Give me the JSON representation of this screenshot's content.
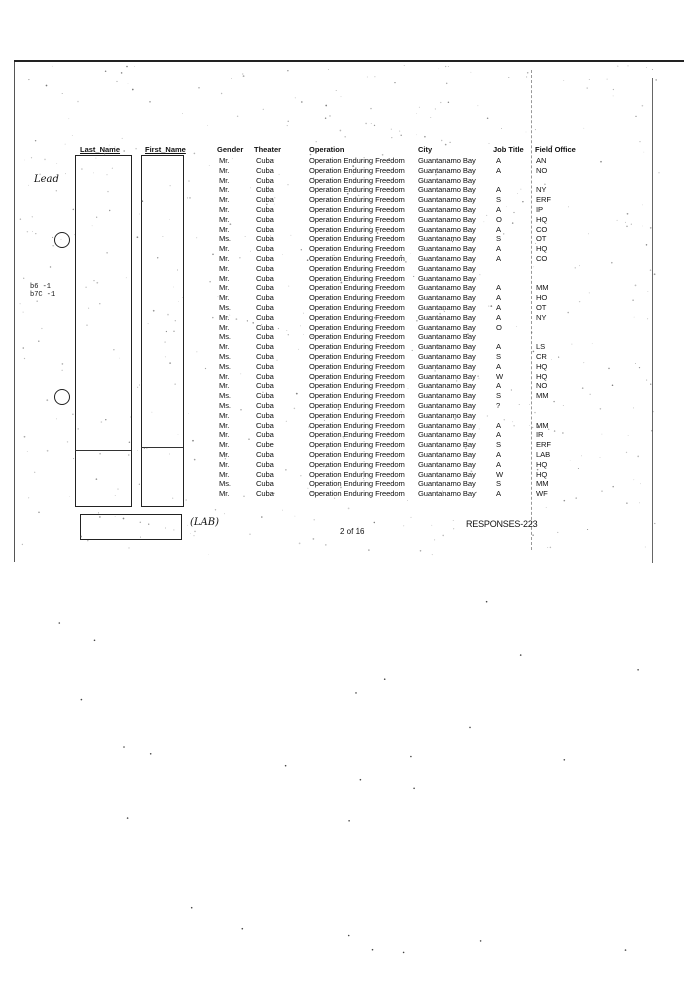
{
  "headers": {
    "last_name": "Last_Name",
    "first_name": "First_Name",
    "gender": "Gender",
    "theater": "Theater",
    "operation": "Operation",
    "city": "City",
    "job_title": "Job Title",
    "field_office": "Field Office"
  },
  "rows": [
    {
      "gender": "Mr.",
      "theater": "Cuba",
      "operation": "Operation Enduring Freedom",
      "city": "Guantanamo Bay",
      "job": "A",
      "office": "AN"
    },
    {
      "gender": "Mr.",
      "theater": "Cuba",
      "operation": "Operation Enduring Freedom",
      "city": "Guantanamo Bay",
      "job": "A",
      "office": "NO"
    },
    {
      "gender": "Mr.",
      "theater": "Cuba",
      "operation": "Operation Enduring Freedom",
      "city": "Guantanamo Bay",
      "job": "",
      "office": ""
    },
    {
      "gender": "Mr.",
      "theater": "Cuba",
      "operation": "Operation Enduring Freedom",
      "city": "Guantanamo Bay",
      "job": "A",
      "office": "NY"
    },
    {
      "gender": "Mr.",
      "theater": "Cuba",
      "operation": "Operation Enduring Freedom",
      "city": "Guantanamo Bay",
      "job": "S",
      "office": "ERF"
    },
    {
      "gender": "Mr.",
      "theater": "Cuba",
      "operation": "Operation Enduring Freedom",
      "city": "Guantanamo Bay",
      "job": "A",
      "office": "IP"
    },
    {
      "gender": "Mr.",
      "theater": "Cuba",
      "operation": "Operation Enduring Freedom",
      "city": "Guantanamo Bay",
      "job": "O",
      "office": "HQ"
    },
    {
      "gender": "Mr.",
      "theater": "Cuba",
      "operation": "Operation Enduring Freedom",
      "city": "Guantanamo Bay",
      "job": "A",
      "office": "CO"
    },
    {
      "gender": "Ms.",
      "theater": "Cuba",
      "operation": "Operation Enduring Freedom",
      "city": "Guantanamo Bay",
      "job": "S",
      "office": "OT"
    },
    {
      "gender": "Mr.",
      "theater": "Cuba",
      "operation": "Operation Enduring Freedom",
      "city": "Guantanamo Bay",
      "job": "A",
      "office": "HQ"
    },
    {
      "gender": "Mr.",
      "theater": "Cuba",
      "operation": "Operation Enduring Freedom",
      "city": "Guantanamo Bay",
      "job": "A",
      "office": "CO"
    },
    {
      "gender": "Mr.",
      "theater": "Cuba",
      "operation": "Operation Enduring Freedom",
      "city": "Guantanamo Bay",
      "job": "",
      "office": ""
    },
    {
      "gender": "Mr.",
      "theater": "Cuba",
      "operation": "Operation Enduring Freedom",
      "city": "Guantanamo Bay",
      "job": "",
      "office": ""
    },
    {
      "gender": "Mr.",
      "theater": "Cuba",
      "operation": "Operation Enduring Freedom",
      "city": "Guantanamo Bay",
      "job": "A",
      "office": "MM"
    },
    {
      "gender": "Mr.",
      "theater": "Cuba",
      "operation": "Operation Enduring Freedom",
      "city": "Guantanamo Bay",
      "job": "A",
      "office": "HO"
    },
    {
      "gender": "Ms.",
      "theater": "Cuba",
      "operation": "Operation Enduring Freedom",
      "city": "Guantanamo Bay",
      "job": "A",
      "office": "OT"
    },
    {
      "gender": "Mr.",
      "theater": "Cuba",
      "operation": "Operation Enduring Freedom",
      "city": "Guantanamo Bay",
      "job": "A",
      "office": "NY"
    },
    {
      "gender": "Mr.",
      "theater": "Cuba",
      "operation": "Operation Enduring Freedom",
      "city": "Guantanamo Bay",
      "job": "O",
      "office": ""
    },
    {
      "gender": "Ms.",
      "theater": "Cuba",
      "operation": "Operation Enduring Freedom",
      "city": "Guantanamo Bay",
      "job": "",
      "office": ""
    },
    {
      "gender": "Mr.",
      "theater": "Cuba",
      "operation": "Operation Enduring Freedom",
      "city": "Guantanamo Bay",
      "job": "A",
      "office": "LS"
    },
    {
      "gender": "Ms.",
      "theater": "Cuba",
      "operation": "Operation Enduring Freedom",
      "city": "Guantanamo Bay",
      "job": "S",
      "office": "CR"
    },
    {
      "gender": "Ms.",
      "theater": "Cuba",
      "operation": "Operation Enduring Freedom",
      "city": "Guantanamo Bay",
      "job": "A",
      "office": "HQ"
    },
    {
      "gender": "Mr.",
      "theater": "Cuba",
      "operation": "Operation Enduring Freedom",
      "city": "Guantanamo Bay",
      "job": "W",
      "office": "HQ"
    },
    {
      "gender": "Mr.",
      "theater": "Cuba",
      "operation": "Operation Enduring Freedom",
      "city": "Guantanamo Bay",
      "job": "A",
      "office": "NO"
    },
    {
      "gender": "Ms.",
      "theater": "Cuba",
      "operation": "Operation Enduring Freedom",
      "city": "Guantanamo Bay",
      "job": "S",
      "office": "MM"
    },
    {
      "gender": "Ms.",
      "theater": "Cuba",
      "operation": "Operation Enduring Freedom",
      "city": "Guantanamo Bay",
      "job": "?",
      "office": ""
    },
    {
      "gender": "Mr.",
      "theater": "Cuba",
      "operation": "Operation Enduring Freedom",
      "city": "Guantanamo Bay",
      "job": "",
      "office": ""
    },
    {
      "gender": "Mr.",
      "theater": "Cuba",
      "operation": "Operation Enduring Freedom",
      "city": "Guantanamo Bay",
      "job": "A",
      "office": "MM"
    },
    {
      "gender": "Mr.",
      "theater": "Cuba",
      "operation": "Operation Enduring Freedom",
      "city": "Guantanamo Bay",
      "job": "A",
      "office": "IR"
    },
    {
      "gender": "Mr.",
      "theater": "Cube",
      "operation": "Operation Enduring Freedom",
      "city": "Guantanamo Bay",
      "job": "S",
      "office": "ERF"
    },
    {
      "gender": "Mr.",
      "theater": "Cuba",
      "operation": "Operation Enduring Freedom",
      "city": "Guantanamo Bay",
      "job": "A",
      "office": "LAB"
    },
    {
      "gender": "Mr.",
      "theater": "Cuba",
      "operation": "Operation Enduring Freedom",
      "city": "Guantanamo Bay",
      "job": "A",
      "office": "HQ"
    },
    {
      "gender": "Mr.",
      "theater": "Cuba",
      "operation": "Operation Enduring Freedom",
      "city": "Guantanamo Bay",
      "job": "W",
      "office": "HQ"
    },
    {
      "gender": "Ms.",
      "theater": "Cuba",
      "operation": "Operation Enduring Freedom",
      "city": "Guantanamo Bay",
      "job": "S",
      "office": "MM"
    },
    {
      "gender": "Mr.",
      "theater": "Cuba",
      "operation": "Operation Enduring Freedom",
      "city": "Guantanamo Bay",
      "job": "A",
      "office": "WF"
    }
  ],
  "exemption_codes": [
    "b6 -1",
    "b7C -1"
  ],
  "margin_marks": {
    "top": "Lead",
    "bottom": "(LAB)"
  },
  "footer": {
    "page": "2 of 16",
    "doc_id": "RESPONSES-223"
  }
}
